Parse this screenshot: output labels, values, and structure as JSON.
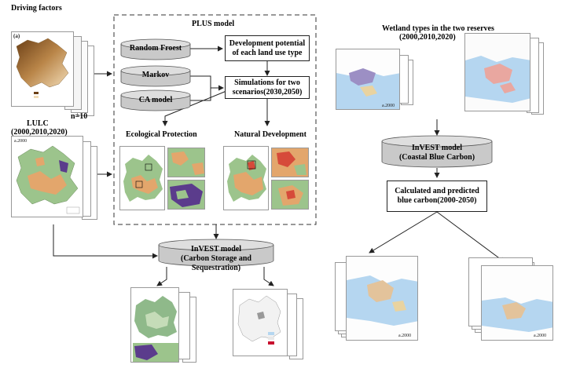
{
  "left": {
    "driving_title": "Driving factors",
    "panel_a": "(a)",
    "n_label": "n=10",
    "lulc_title": "LULC",
    "lulc_years": "(2000,2010,2020)",
    "lulc_map_year": "a.2000"
  },
  "plus": {
    "title": "PLUS model",
    "random_forest": "Random Froest",
    "markov": "Markov",
    "ca_model": "CA model",
    "dev_potential_1": "Development potential",
    "dev_potential_2": "of each land use type",
    "simulations_1": "Simulations for two",
    "simulations_2": "scenarios(2030,2050)",
    "eco_protection": "Ecological Protection",
    "natural_dev": "Natural Development"
  },
  "invest_left": {
    "title": "InVEST model",
    "subtitle": "(Carbon Storage and Sequestration)"
  },
  "right": {
    "wetland_title_1": "Wetland types in the two reserves",
    "wetland_title_2": "(2000,2010,2020)",
    "map_year_a": "a.2000",
    "invest_title": "InVEST model",
    "invest_subtitle": "(Coastal Blue Carbon)",
    "calc_1": "Calculated and predicted",
    "calc_2": "blue carbon(2000-2050)",
    "bottom_year_a": "a.2000",
    "bottom_year_b": "a.2000"
  },
  "colors": {
    "arrow": "#222222",
    "cylinder_fill": "#c9c9c9",
    "cylinder_top": "#dedede",
    "land_green": "#9cc48c",
    "land_orange": "#e3a66c",
    "water_blue": "#b5d6f0",
    "wetland_pink": "#e9a7a0",
    "purple": "#5b3c8c"
  }
}
